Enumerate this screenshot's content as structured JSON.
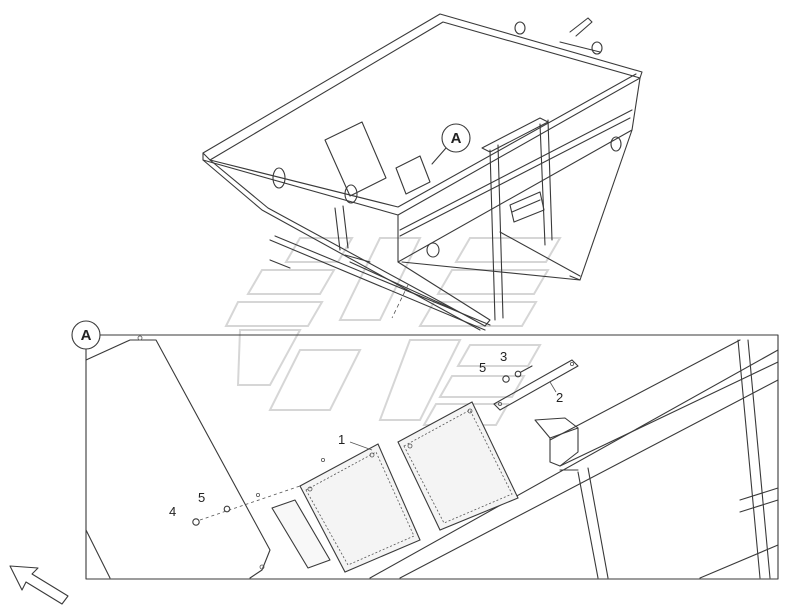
{
  "callouts": {
    "top_view": "A",
    "detail_view": "A"
  },
  "parts": [
    {
      "number": "1"
    },
    {
      "number": "2"
    },
    {
      "number": "3"
    },
    {
      "number": "4"
    },
    {
      "number": "5"
    },
    {
      "number": "5"
    }
  ],
  "icons": {
    "direction_arrow": "arrow-up-left-icon"
  },
  "colors": {
    "line": "#3a3a3a",
    "watermark": "#d6d6d6",
    "background": "#ffffff"
  }
}
